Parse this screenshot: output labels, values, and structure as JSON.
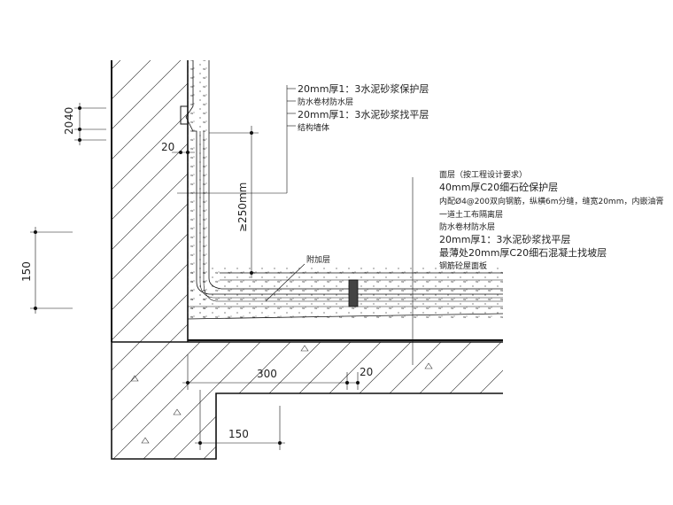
{
  "diagram": {
    "wall_callouts": [
      "20mm厚1：3水泥砂浆保护层",
      "防水卷材防水层",
      "20mm厚1：3水泥砂浆找平层",
      "结构墙体"
    ],
    "floor_callouts": [
      "面层（按工程设计要求）",
      "40mm厚C20细石砼保护层",
      "内配Ø4@200双向钢筋，纵横6m分缝，缝宽20mm，内嵌油膏",
      "一道土工布隔离层",
      "防水卷材防水层",
      "20mm厚1：3水泥砂浆找平层",
      "最薄处20mm厚C20细石混凝土找坡层",
      "钢筋砼屋面板"
    ],
    "extra_layer_label": "附加层",
    "dimensions": {
      "left_top_a": "20",
      "left_top_b": "40",
      "groove_width": "20",
      "upturn_height": "≥250mm",
      "left_vertical": "150",
      "bottom_horizontal_a": "300",
      "bottom_gap": "20",
      "bottom_horizontal_b": "150"
    }
  }
}
